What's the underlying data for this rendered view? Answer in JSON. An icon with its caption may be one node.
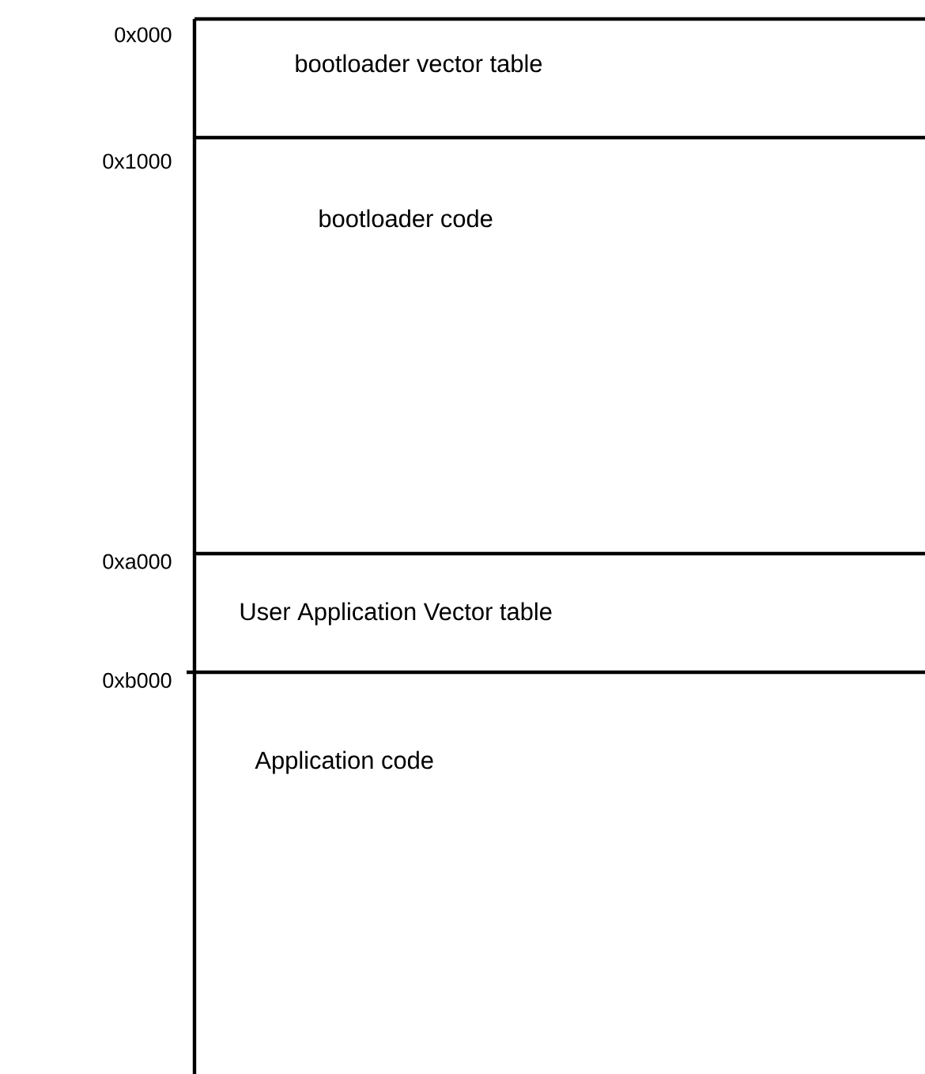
{
  "diagram": {
    "nodes": [
      {
        "text": [
          "bootloader vector table"
        ]
      },
      {
        "text": [
          "bootloader code"
        ]
      },
      {
        "text": [
          "User Application Vector table"
        ]
      },
      {
        "text": [
          "Application code"
        ]
      }
    ],
    "labels": [
      "0x000",
      "0x1000",
      "0xa000",
      "0xb000"
    ]
  }
}
